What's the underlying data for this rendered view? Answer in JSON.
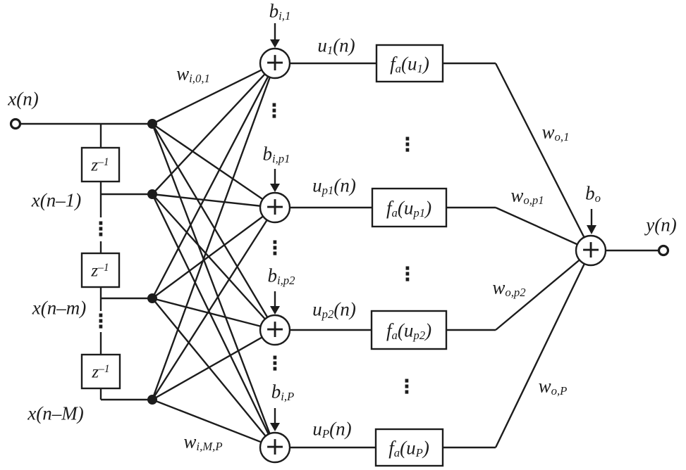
{
  "figure": {
    "description": "Signal-flow diagram of a time-delay neural network (tapped delay line input, one hidden layer of P adder/activation units, single output adder)",
    "colors": {
      "ink": "#1c1c1c",
      "paper": "#ffffff"
    }
  },
  "symbols": {
    "adder": "+",
    "vdots": "⋮"
  },
  "labels": {
    "input_signal": [
      {
        "v": "x(n)"
      }
    ],
    "tap_1": [
      {
        "v": "x(n–1)"
      }
    ],
    "tap_m": [
      {
        "v": "x(n–m)"
      }
    ],
    "tap_M": [
      {
        "v": "x(n–M)"
      }
    ],
    "delay": [
      {
        "v": "z"
      },
      {
        "sup": "–1"
      }
    ],
    "w_input_first": [
      {
        "v": "w"
      },
      {
        "sub": "i,0,1"
      }
    ],
    "w_input_last": [
      {
        "v": "w"
      },
      {
        "sub": "i,M,P"
      }
    ],
    "bias_1": [
      {
        "v": "b"
      },
      {
        "sub": "i,1"
      }
    ],
    "bias_p1": [
      {
        "v": "b"
      },
      {
        "sub": "i,p1"
      }
    ],
    "bias_p2": [
      {
        "v": "b"
      },
      {
        "sub": "i,p2"
      }
    ],
    "bias_P": [
      {
        "v": "b"
      },
      {
        "sub": "i,P"
      }
    ],
    "u_1": [
      {
        "v": "u"
      },
      {
        "sub": "1"
      },
      {
        "v": "(n)"
      }
    ],
    "u_p1": [
      {
        "v": "u"
      },
      {
        "sub": "p1"
      },
      {
        "v": "(n)"
      }
    ],
    "u_p2": [
      {
        "v": "u"
      },
      {
        "sub": "p2"
      },
      {
        "v": "(n)"
      }
    ],
    "u_P": [
      {
        "v": "u"
      },
      {
        "sub": "P"
      },
      {
        "v": "(n)"
      }
    ],
    "act_1": [
      {
        "v": "f"
      },
      {
        "sub": "a"
      },
      {
        "v": "(u"
      },
      {
        "sub": "1"
      },
      {
        "v": ")"
      }
    ],
    "act_p1": [
      {
        "v": "f"
      },
      {
        "sub": "a"
      },
      {
        "v": "(u"
      },
      {
        "sub": "p1"
      },
      {
        "v": ")"
      }
    ],
    "act_p2": [
      {
        "v": "f"
      },
      {
        "sub": "a"
      },
      {
        "v": "(u"
      },
      {
        "sub": "p2"
      },
      {
        "v": ")"
      }
    ],
    "act_P": [
      {
        "v": "f"
      },
      {
        "sub": "a"
      },
      {
        "v": "(u"
      },
      {
        "sub": "P"
      },
      {
        "v": ")"
      }
    ],
    "w_out_1": [
      {
        "v": "w"
      },
      {
        "sub": "o,1"
      }
    ],
    "w_out_p1": [
      {
        "v": "w"
      },
      {
        "sub": "o,p1"
      }
    ],
    "w_out_p2": [
      {
        "v": "w"
      },
      {
        "sub": "o,p2"
      }
    ],
    "w_out_P": [
      {
        "v": "w"
      },
      {
        "sub": "o,P"
      }
    ],
    "bias_out": [
      {
        "v": "b"
      },
      {
        "sub": "o"
      }
    ],
    "output_signal": [
      {
        "v": "y(n)"
      }
    ]
  }
}
